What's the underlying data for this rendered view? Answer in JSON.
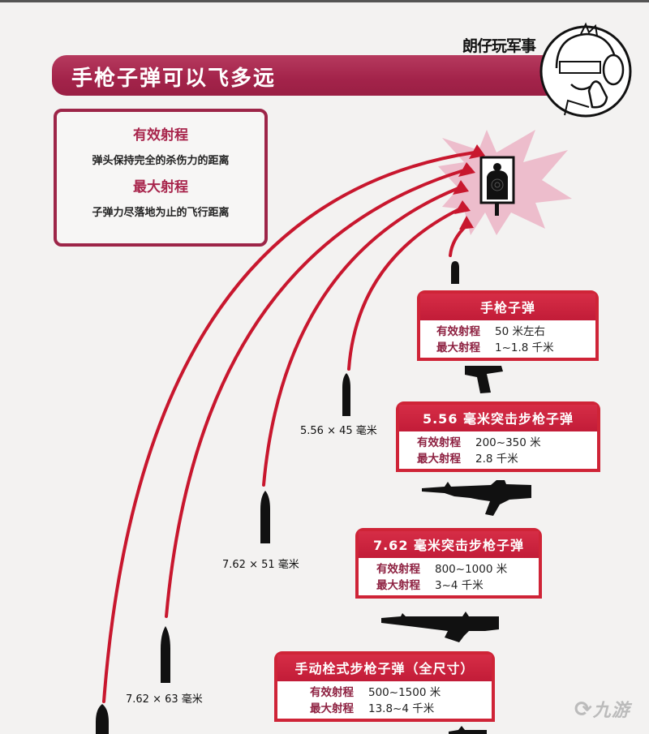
{
  "header": {
    "title": "手枪子弹可以飞多远",
    "brand": "朗仔玩军事",
    "mascot_icon": "thumbs-up-mascot-icon"
  },
  "definitions": [
    {
      "term": "有效射程",
      "description": "弹头保持完全的杀伤力的距离"
    },
    {
      "term": "最大射程",
      "description": "子弹力尽落地为止的飞行距离"
    }
  ],
  "colors": {
    "accent": "#a3234a",
    "card_red": "#cf2437",
    "arc_red": "#c8172e",
    "burst_pink": "#e9a9bc"
  },
  "target_icon": "shooting-target-icon",
  "cards": [
    {
      "title": "手枪子弹",
      "effective_label": "有效射程",
      "effective_value": "50 米左右",
      "max_label": "最大射程",
      "max_value": "1~1.8 千米",
      "weapon_icon": "pistol-icon"
    },
    {
      "title": "5.56 毫米突击步枪子弹",
      "effective_label": "有效射程",
      "effective_value": "200~350 米",
      "max_label": "最大射程",
      "max_value": "2.8 千米",
      "weapon_icon": "assault-rifle-icon"
    },
    {
      "title": "7.62 毫米突击步枪子弹",
      "effective_label": "有效射程",
      "effective_value": "800~1000 米",
      "max_label": "最大射程",
      "max_value": "3~4 千米",
      "weapon_icon": "battle-rifle-icon"
    },
    {
      "title": "手动栓式步枪子弹（全尺寸）",
      "effective_label": "有效射程",
      "effective_value": "500~1500 米",
      "max_label": "最大射程",
      "max_value": "13.8~4 千米",
      "weapon_icon": "bolt-action-rifle-icon"
    }
  ],
  "bullet_labels": [
    "5.56 × 45 毫米",
    "7.62 × 51 毫米",
    "7.62 × 63 毫米"
  ],
  "watermark": "九游"
}
